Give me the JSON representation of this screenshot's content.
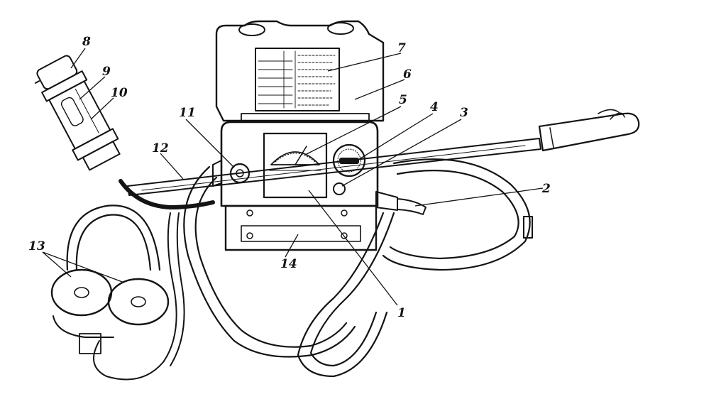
{
  "callouts": [
    {
      "number": "1"
    },
    {
      "number": "2"
    },
    {
      "number": "3"
    },
    {
      "number": "4"
    },
    {
      "number": "5"
    },
    {
      "number": "6"
    },
    {
      "number": "7"
    },
    {
      "number": "8"
    },
    {
      "number": "9"
    },
    {
      "number": "10"
    },
    {
      "number": "11"
    },
    {
      "number": "12"
    },
    {
      "number": "13"
    },
    {
      "number": "14"
    }
  ],
  "colors": {
    "ink": "#141414",
    "paper": "#ffffff"
  },
  "icons": [
    "headphones-icon",
    "meter-dial-icon",
    "knob-icon",
    "probe-icon"
  ]
}
